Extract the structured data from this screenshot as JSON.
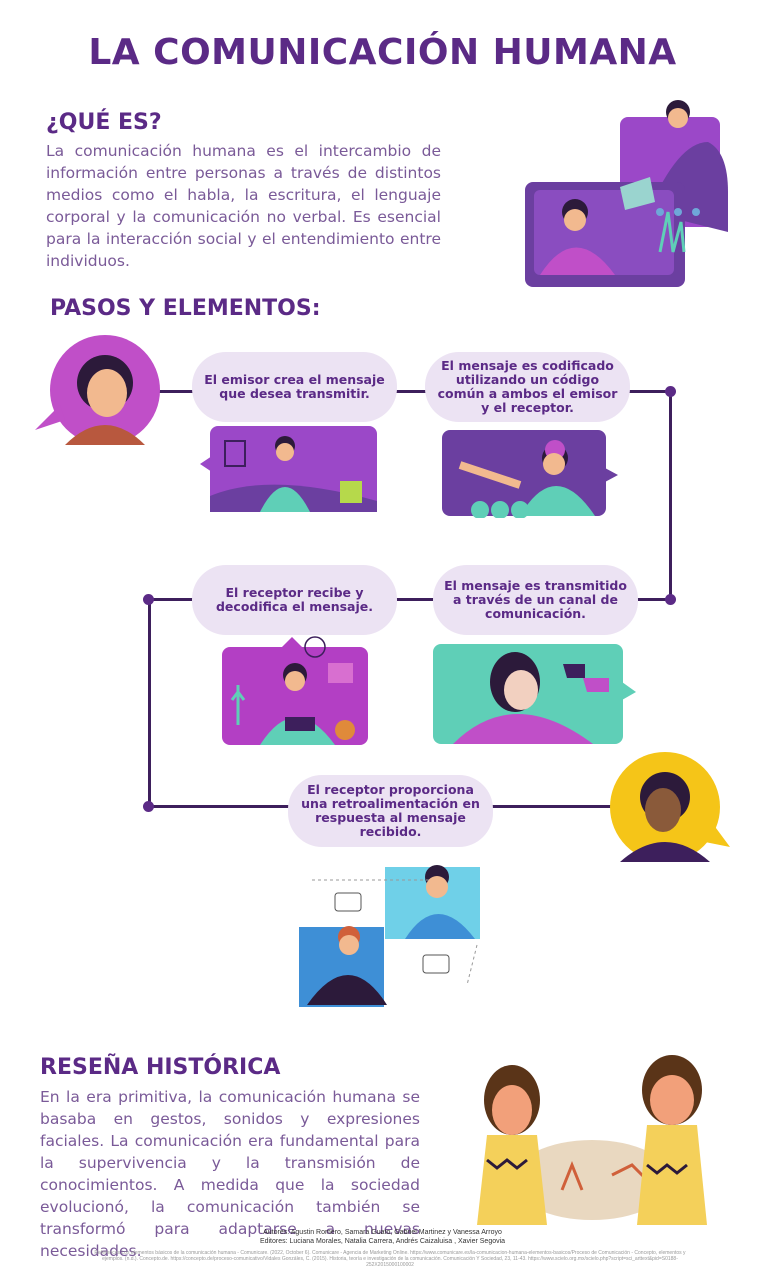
{
  "title": "LA COMUNICACIÓN HUMANA",
  "what": {
    "heading": "¿QUÉ ES?",
    "text": "La comunicación humana es el intercambio de información entre personas a través de distintos medios como el habla, la escritura, el lenguaje corporal y la comunicación no verbal. Es esencial para la interacción social y el entendimiento entre individuos."
  },
  "steps": {
    "heading": "PASOS Y ELEMENTOS:",
    "items": [
      "El emisor crea el mensaje que desea transmitir.",
      "El mensaje es codificado utilizando un código común a ambos el emisor y el receptor.",
      "El mensaje es transmitido a través de un canal de comunicación.",
      "El receptor recibe y decodifica el mensaje.",
      "El receptor proporciona una retroalimentación en respuesta al mensaje recibido."
    ]
  },
  "history": {
    "heading": "RESEÑA HISTÓRICA",
    "text": "En la era primitiva, la comunicación humana se basaba en gestos, sonidos y expresiones faciales. La comunicación era fundamental para la supervivencia y la transmisión de conocimientos. A medida que la sociedad evolucionó, la comunicación también se transformó para adaptarse a nuevas necesidades."
  },
  "credits": {
    "authors": "Autores: Agustin Romero, Samara Guato, Gabriel Martinez y Vanessa Arroyo",
    "editors": "Editores: Luciana Morales, Natalia Carrera, Andrés Caizaluisa , Xavier Segovia",
    "references": "References Los elementos básicos de la comunicación humana - Comunicare. (2022, October 6). Comunicare - Agencia de Marketing Online. https://www.comunicare.es/la-comunicacion-humana-elementos-basicos/Proceso de Comunicación - Concepto, elementos y ejemplos. (n.d.). Concepto.de. https://concepto.de/proceso-comunicativo/Vidales Gonzáles, C. (2015). Historia, teoría e investigación de la comunicación. Comunicación Y Sociedad, 23, 11-43. https://www.scielo.org.mx/scielo.php?script=sci_arttext&pid=S0188-252X2015000100002"
  },
  "colors": {
    "purple": "#5b2a86",
    "lavender": "#ece3f3",
    "magenta": "#b33fc4",
    "teal": "#5fcfb7",
    "yellow": "#f5c518"
  }
}
